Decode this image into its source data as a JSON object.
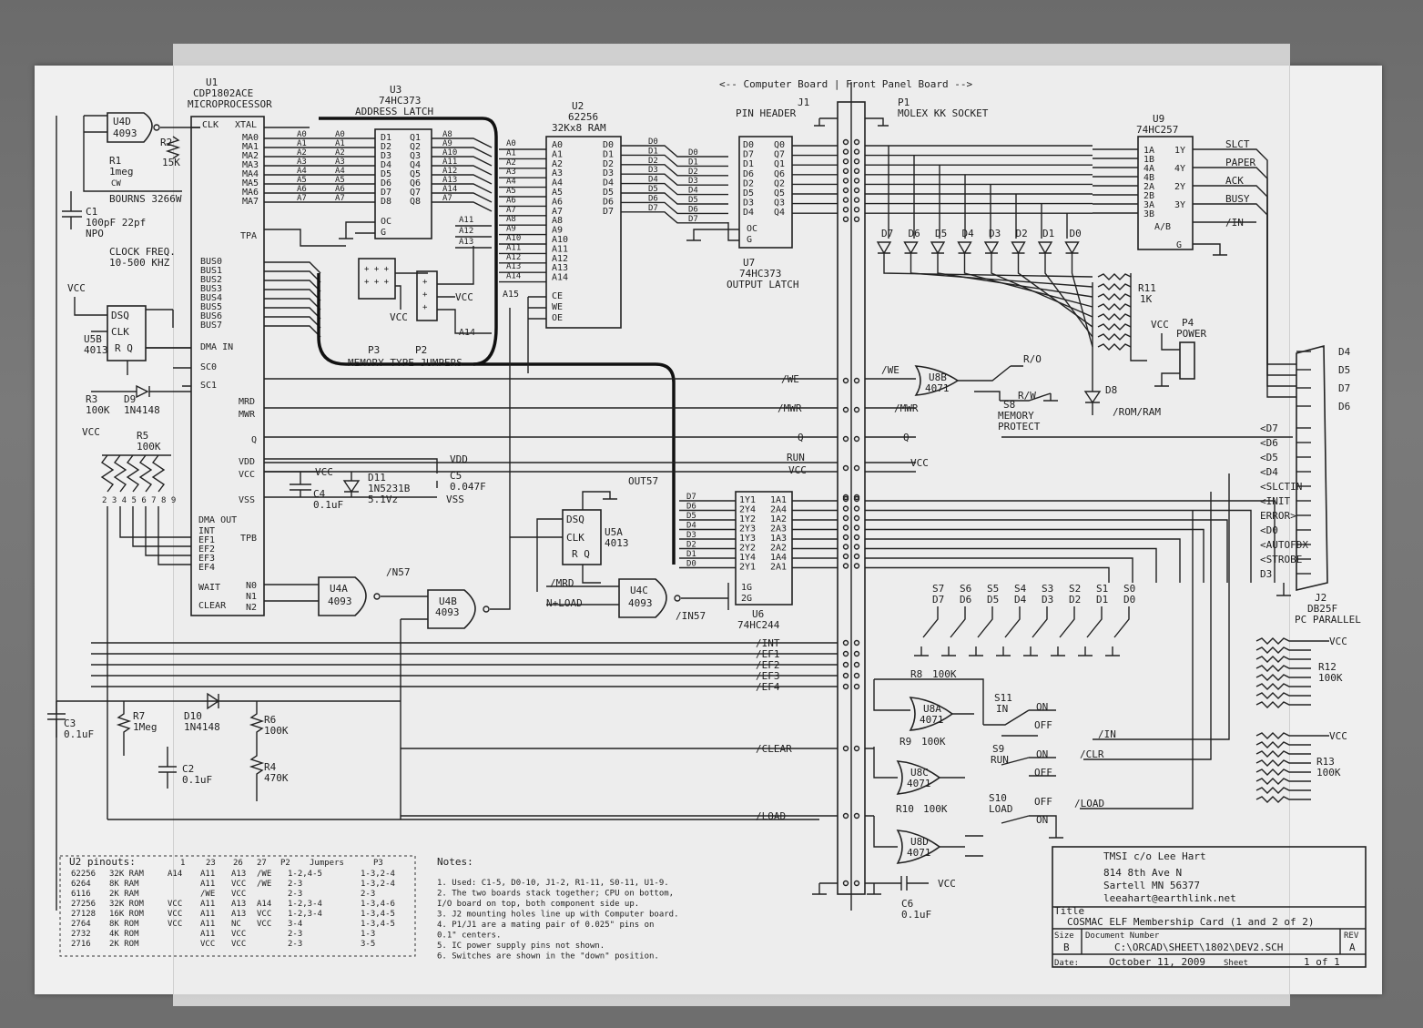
{
  "header": {
    "board_divider": "<-- Computer Board | Front Panel Board -->"
  },
  "connectors": {
    "j1_name": "J1",
    "j1_desc": "PIN HEADER",
    "p1_name": "P1",
    "p1_desc": "MOLEX KK SOCKET",
    "j2_name": "J2",
    "j2_type": "DB25F",
    "j2_desc": "PC PARALLEL",
    "p4_name": "P4",
    "p4_desc": "POWER"
  },
  "chips": {
    "u1": {
      "ref": "U1",
      "part": "CDP1802ACE",
      "desc": "MICROPROCESSOR"
    },
    "u3": {
      "ref": "U3",
      "part": "74HC373",
      "desc": "ADDRESS LATCH"
    },
    "u2": {
      "ref": "U2",
      "part": "62256",
      "desc": "32Kx8 RAM"
    },
    "u7": {
      "ref": "U7",
      "part": "74HC373",
      "desc": "OUTPUT LATCH"
    },
    "u9": {
      "ref": "U9",
      "part": "74HC257"
    },
    "u6": {
      "ref": "U6",
      "part": "74HC244"
    },
    "u5a": {
      "ref": "U5A",
      "part": "4013"
    },
    "u5b": {
      "ref": "U5B",
      "part": "4013"
    },
    "u4a": {
      "ref": "U4A",
      "part": "4093"
    },
    "u4b": {
      "ref": "U4B",
      "part": "4093"
    },
    "u4c": {
      "ref": "U4C",
      "part": "4093"
    },
    "u4d": {
      "ref": "U4D",
      "part": "4093"
    },
    "u8a": {
      "ref": "U8A",
      "part": "4071"
    },
    "u8b": {
      "ref": "U8B",
      "part": "4071"
    },
    "u8c": {
      "ref": "U8C",
      "part": "4071"
    },
    "u8d": {
      "ref": "U8D",
      "part": "4071"
    }
  },
  "u1_pins_left": [
    "MA0",
    "MA1",
    "MA2",
    "MA3",
    "MA4",
    "MA5",
    "MA6",
    "MA7"
  ],
  "u1_bus": [
    "BUS0",
    "BUS1",
    "BUS2",
    "BUS3",
    "BUS4",
    "BUS5",
    "BUS6",
    "BUS7"
  ],
  "u1_misc": [
    "CLK",
    "XTAL",
    "TPA",
    "DMA IN",
    "SC0",
    "SC1",
    "MRD",
    "MWR",
    "Q",
    "VDD",
    "VCC",
    "VSS",
    "DMA OUT",
    "INT",
    "EF1",
    "EF2",
    "EF3",
    "EF4",
    "TPB",
    "WAIT",
    "CLEAR",
    "N0",
    "N1",
    "N2"
  ],
  "u3_d": [
    "D1",
    "D2",
    "D3",
    "D4",
    "D5",
    "D6",
    "D7",
    "D8"
  ],
  "u3_q": [
    "Q1",
    "Q2",
    "Q3",
    "Q4",
    "Q5",
    "Q6",
    "Q7",
    "Q8"
  ],
  "addr_lo": [
    "A0",
    "A1",
    "A2",
    "A3",
    "A4",
    "A5",
    "A6",
    "A7"
  ],
  "addr_hi": [
    "A8",
    "A9",
    "A10",
    "A11",
    "A12",
    "A13",
    "A14"
  ],
  "u2_addr": [
    "A0",
    "A1",
    "A2",
    "A3",
    "A4",
    "A5",
    "A6",
    "A7",
    "A8",
    "A9",
    "A10",
    "A11",
    "A12",
    "A13",
    "A14"
  ],
  "u2_ctrl": [
    "CE",
    "WE",
    "OE"
  ],
  "data_bits": [
    "D0",
    "D1",
    "D2",
    "D3",
    "D4",
    "D5",
    "D6",
    "D7"
  ],
  "u7_q": [
    "Q0",
    "Q1",
    "Q2",
    "Q3",
    "Q4",
    "Q5",
    "Q6",
    "Q7"
  ],
  "u6_pins_l": [
    "1Y1",
    "2Y4",
    "1Y2",
    "2Y3",
    "1Y3",
    "2Y2",
    "1Y4",
    "2Y1"
  ],
  "u6_pins_r": [
    "1A1",
    "2A4",
    "1A2",
    "2A3",
    "1A3",
    "2A2",
    "1A4",
    "2A1"
  ],
  "u9_in": [
    "1A",
    "1B",
    "4A",
    "4B",
    "2A",
    "2B",
    "3A",
    "3B"
  ],
  "u9_out": [
    "1Y",
    "4Y",
    "2Y",
    "3Y"
  ],
  "u9_sel": "A/B",
  "u9_sig": [
    "SLCT",
    "PAPER",
    "ACK",
    "BUSY"
  ],
  "u9_in_sig": "/IN",
  "leds": [
    "D7",
    "D6",
    "D5",
    "D4",
    "D3",
    "D2",
    "D1",
    "D0"
  ],
  "switches": [
    "S7",
    "S6",
    "S5",
    "S4",
    "S3",
    "S2",
    "S1",
    "S0"
  ],
  "j2_labels": [
    "D4",
    "D5",
    "D7",
    "D6",
    "<D7",
    "<D6",
    "<D5",
    "<D4",
    "<SLCTIN",
    "<INIT",
    "ERROR>",
    "<D0",
    "<AUTOFDX",
    "<STROBE",
    "D3"
  ],
  "signals": {
    "we": "/WE",
    "mwr": "/MWR",
    "q": "Q",
    "run": "RUN",
    "vcc": "VCC",
    "int": "/INT",
    "ef1": "/EF1",
    "ef2": "/EF2",
    "ef3": "/EF3",
    "ef4": "/EF4",
    "clear": "/CLEAR",
    "load": "/LOAD",
    "nlq": "/N57",
    "n_load": "N+LOAD",
    "out57": "OUT57",
    "in57": "/IN57",
    "mrd": "/MRD",
    "clr": "/CLR",
    "in_sig": "/IN",
    "load2": "/LOAD",
    "rom_ram": "/ROM/RAM",
    "vdd": "VDD",
    "vss": "VSS"
  },
  "passives": {
    "r1": "R1",
    "r1_val": "1meg",
    "r1_extra": "CW",
    "r2": "R2",
    "r2_val": "15K",
    "bourns": "BOURNS 3266W",
    "c1": "C1",
    "c1_val": "100pF 22pf",
    "c1_type": "NPO",
    "clock": "CLOCK FREQ.",
    "clock_range": "10-500 KHZ",
    "r3": "R3",
    "r3_val": "100K",
    "d9": "D9",
    "d9_part": "1N4148",
    "r5": "R5",
    "r5_val": "100K",
    "c4": "C4",
    "c4_val": "0.1uF",
    "d11": "D11",
    "d11_part": "1N5231B",
    "d11_val": "5.1Vz",
    "c5": "C5",
    "c5_val": "0.047F",
    "c3": "C3",
    "c3_val": "0.1uF",
    "r7": "R7",
    "r7_val": "1Meg",
    "d10": "D10",
    "d10_part": "1N4148",
    "r6": "R6",
    "r6_val": "100K",
    "c2": "C2",
    "c2_val": "0.1uF",
    "r4": "R4",
    "r4_val": "470K",
    "r8": "R8",
    "r8_val": "100K",
    "r9": "R9",
    "r9_val": "100K",
    "r10": "R10",
    "r10_val": "100K",
    "r11": "R11",
    "r11_val": "1K",
    "r12": "R12",
    "r12_val": "100K",
    "r13": "R13",
    "r13_val": "100K",
    "c6": "C6",
    "c6_val": "0.1uF",
    "d8": "D8"
  },
  "switch_labels": {
    "s8": "S8",
    "s8_desc": "MEMORY",
    "s8_desc2": "PROTECT",
    "r0": "R/O",
    "rw": "R/W",
    "s11": "S11",
    "s11_desc": "IN",
    "s9": "S9",
    "s9_desc": "RUN",
    "s10": "S10",
    "s10_desc": "LOAD",
    "on": "ON",
    "off": "OFF"
  },
  "jumpers": {
    "p3": "P3",
    "p2": "P2",
    "caption": "MEMORY TYPE JUMPERS"
  },
  "pinouts_table": {
    "heading": "U2 pinouts:",
    "col_heads": [
      "1",
      "23",
      "26",
      "27",
      "P2",
      "Jumpers",
      "P3"
    ],
    "rows": [
      [
        "62256",
        "32K RAM",
        "A14",
        "A11",
        "A13",
        "/WE",
        "1-2,4-5",
        "1-3,2-4"
      ],
      [
        "6264",
        "8K RAM",
        "",
        "A11",
        "VCC",
        "/WE",
        "2-3",
        "1-3,2-4"
      ],
      [
        "6116",
        "2K RAM",
        "",
        "/WE",
        "VCC",
        "",
        "2-3",
        "2-3"
      ],
      [
        "27256",
        "32K ROM",
        "VCC",
        "A11",
        "A13",
        "A14",
        "1-2,3-4",
        "1-3,4-6"
      ],
      [
        "27128",
        "16K ROM",
        "VCC",
        "A11",
        "A13",
        "VCC",
        "1-2,3-4",
        "1-3,4-5"
      ],
      [
        "2764",
        "8K ROM",
        "VCC",
        "A11",
        "NC",
        "VCC",
        "3-4",
        "1-3,4-5"
      ],
      [
        "2732",
        "4K ROM",
        "",
        "A11",
        "VCC",
        "",
        "2-3",
        "1-3"
      ],
      [
        "2716",
        "2K ROM",
        "",
        "VCC",
        "VCC",
        "",
        "2-3",
        "3-5"
      ]
    ]
  },
  "notes": {
    "heading": "Notes:",
    "items": [
      "1. Used: C1-5, D0-10, J1-2, R1-11, S0-11, U1-9.",
      "2. The two boards stack together; CPU on bottom,",
      "   I/O board on top, both component side up.",
      "3. J2 mounting holes line up with Computer board.",
      "4. P1/J1 are a mating pair of 0.025\" pins on",
      "   0.1\" centers.",
      "5. IC power supply pins not shown.",
      "6. Switches are shown in the \"down\" position."
    ]
  },
  "title_block": {
    "company": "TMSI c/o Lee Hart",
    "addr1": "814 8th Ave N",
    "addr2": "Sartell MN 56377",
    "email": "leeahart@earthlink.net",
    "title_label": "Title",
    "title": "COSMAC ELF Membership Card (1 and 2 of 2)",
    "size_label": "Size",
    "size": "B",
    "docnum_label": "Document Number",
    "docnum": "C:\\ORCAD\\SHEET\\1802\\DEV2.SCH",
    "rev_label": "REV",
    "rev": "A",
    "date_label": "Date:",
    "date": "October 11, 2009",
    "sheet_label": "Sheet",
    "sheet": "1 of 1"
  }
}
